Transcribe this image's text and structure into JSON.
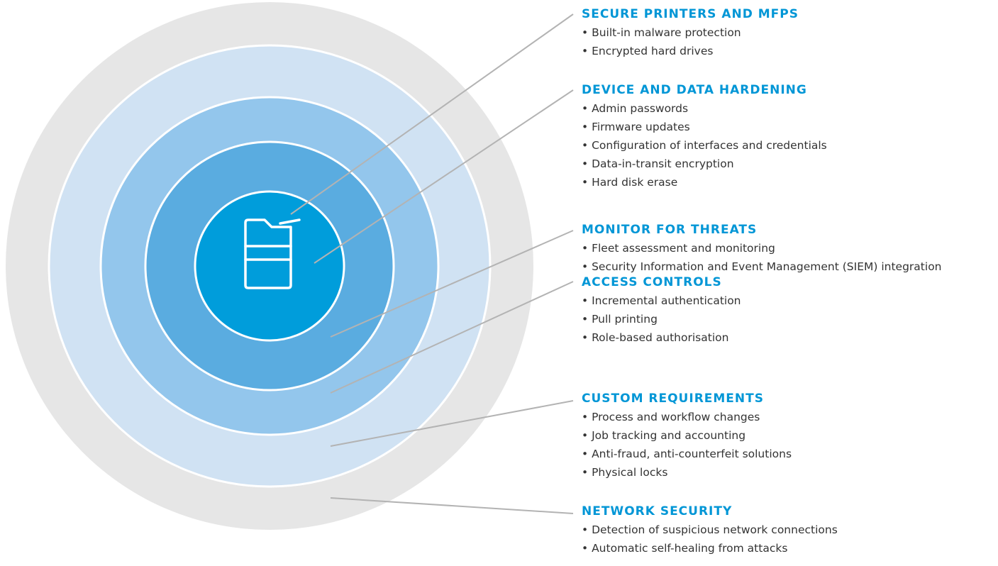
{
  "colors": {
    "title": "#0096d6",
    "body_text": "#333333",
    "ring_outer_gray": "#e6e6e6",
    "ring_light_blue": "#d0e2f3",
    "ring_mid_blue": "#93c6ec",
    "ring_blue": "#5aace0",
    "core_blue": "#009ddb",
    "connector_line": "#b3b3b3"
  },
  "icon": {
    "name": "printer-icon"
  },
  "sections": [
    {
      "title": "SECURE PRINTERS AND MFPS",
      "items": [
        "Built-in malware protection",
        "Encrypted hard drives"
      ]
    },
    {
      "title": "DEVICE AND DATA HARDENING",
      "items": [
        "Admin passwords",
        "Firmware updates",
        "Configuration of interfaces and credentials",
        "Data-in-transit encryption",
        "Hard disk erase"
      ]
    },
    {
      "title": "MONITOR FOR THREATS",
      "items": [
        "Fleet assessment and monitoring",
        "Security Information and Event Management (SIEM) integration"
      ]
    },
    {
      "title": "ACCESS CONTROLS",
      "items": [
        "Incremental authentication",
        "Pull printing",
        "Role-based authorisation"
      ]
    },
    {
      "title": "CUSTOM REQUIREMENTS",
      "items": [
        "Process and workflow changes",
        "Job tracking and accounting",
        "Anti-fraud, anti-counterfeit solutions",
        "Physical locks"
      ]
    },
    {
      "title": "NETWORK SECURITY",
      "items": [
        "Detection of suspicious network connections",
        "Automatic self-healing from attacks"
      ]
    }
  ]
}
